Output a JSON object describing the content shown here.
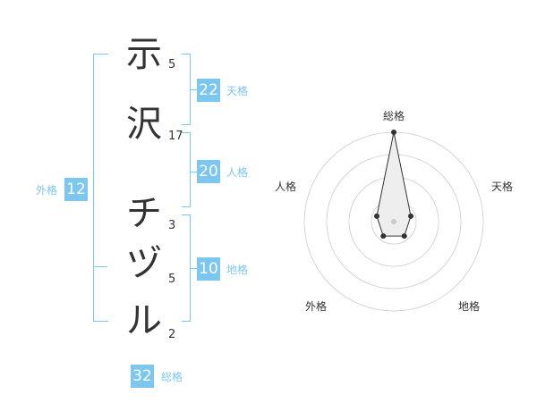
{
  "name_chars": [
    {
      "char": "示",
      "strokes": "5"
    },
    {
      "char": "沢",
      "strokes": "17"
    },
    {
      "char": "チ",
      "strokes": "3"
    },
    {
      "char": "ヅ",
      "strokes": "5"
    },
    {
      "char": "ル",
      "strokes": "2"
    }
  ],
  "kaku": {
    "tenkaku": {
      "value": "22",
      "label": "天格"
    },
    "jinkaku": {
      "value": "20",
      "label": "人格"
    },
    "chikaku": {
      "value": "10",
      "label": "地格"
    },
    "gaikaku": {
      "value": "12",
      "label": "外格"
    },
    "soukaku": {
      "value": "32",
      "label": "総格"
    }
  },
  "colors": {
    "accent": "#7cc7f0",
    "text": "#333333",
    "radar_fill": "#eeeeee",
    "radar_ring": "#cccccc"
  },
  "chart_data": {
    "type": "radar",
    "axes": [
      "総格",
      "天格",
      "地格",
      "外格",
      "人格"
    ],
    "values": [
      5,
      1,
      1,
      1,
      1
    ],
    "range": [
      0,
      5
    ],
    "rings": 4,
    "grid": true
  }
}
